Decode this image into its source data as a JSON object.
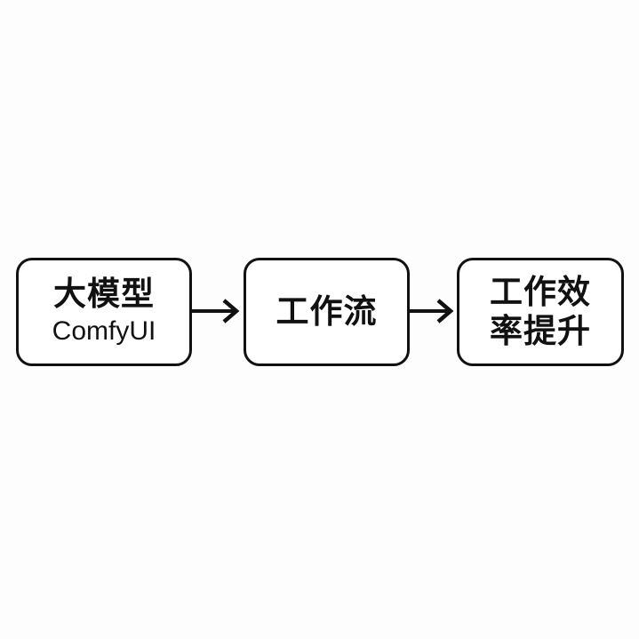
{
  "nodes": [
    {
      "line1": "大模型",
      "line2": "ComfyUI"
    },
    {
      "line1": "工作流"
    },
    {
      "line1": "工作效",
      "line2": "率提升"
    }
  ]
}
